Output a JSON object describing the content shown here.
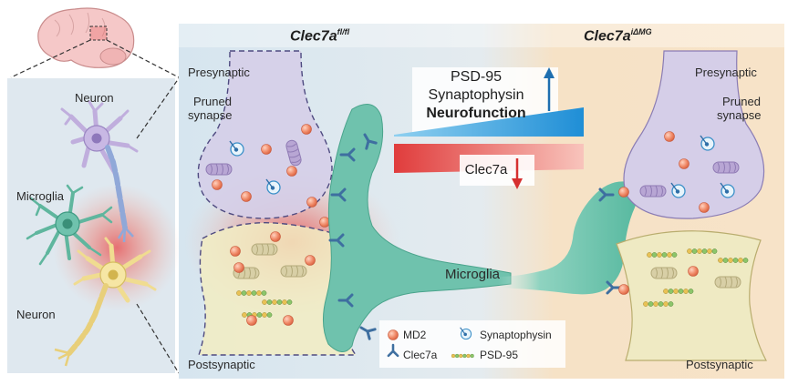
{
  "left_panel": {
    "neuron_top_label": "Neuron",
    "microglia_label": "Microglia",
    "neuron_bottom_label": "Neuron"
  },
  "panel_control": {
    "title": "Clec7a",
    "title_sup": "fl/fl",
    "presynaptic_label": "Presynaptic",
    "pruned_label_line1": "Pruned",
    "pruned_label_line2": "synapse",
    "postsynaptic_label": "Postsynaptic"
  },
  "panel_knockout": {
    "title": "Clec7a",
    "title_sup": "iΔMG",
    "presynaptic_label": "Presynaptic",
    "pruned_label_line1": "Pruned",
    "pruned_label_line2": "synapse",
    "postsynaptic_label": "Postsynaptic"
  },
  "center": {
    "up_box_line1": "PSD-95",
    "up_box_line2": "Synaptophysin",
    "up_box_line3": "Neurofunction",
    "down_box": "Clec7a",
    "microglia_label": "Microglia"
  },
  "legend": {
    "md2": "MD2",
    "synaptophysin": "Synaptophysin",
    "clec7a": "Clec7a",
    "psd95": "PSD-95"
  },
  "colors": {
    "control_bg": "#d9e6ef",
    "knockout_bg": "#f7e3c8",
    "microglia": "#6fc2ad",
    "presynapse": "#d8d2ea",
    "postsynapse": "#efeac3",
    "md2": "#f09070",
    "up_arrow": "#1f6fb0",
    "down_arrow": "#d63030",
    "blue_wedge": "#3aa0db",
    "red_wedge": "#e05555"
  },
  "icons": [
    "brain-icon",
    "up-arrow-icon",
    "down-arrow-icon"
  ]
}
